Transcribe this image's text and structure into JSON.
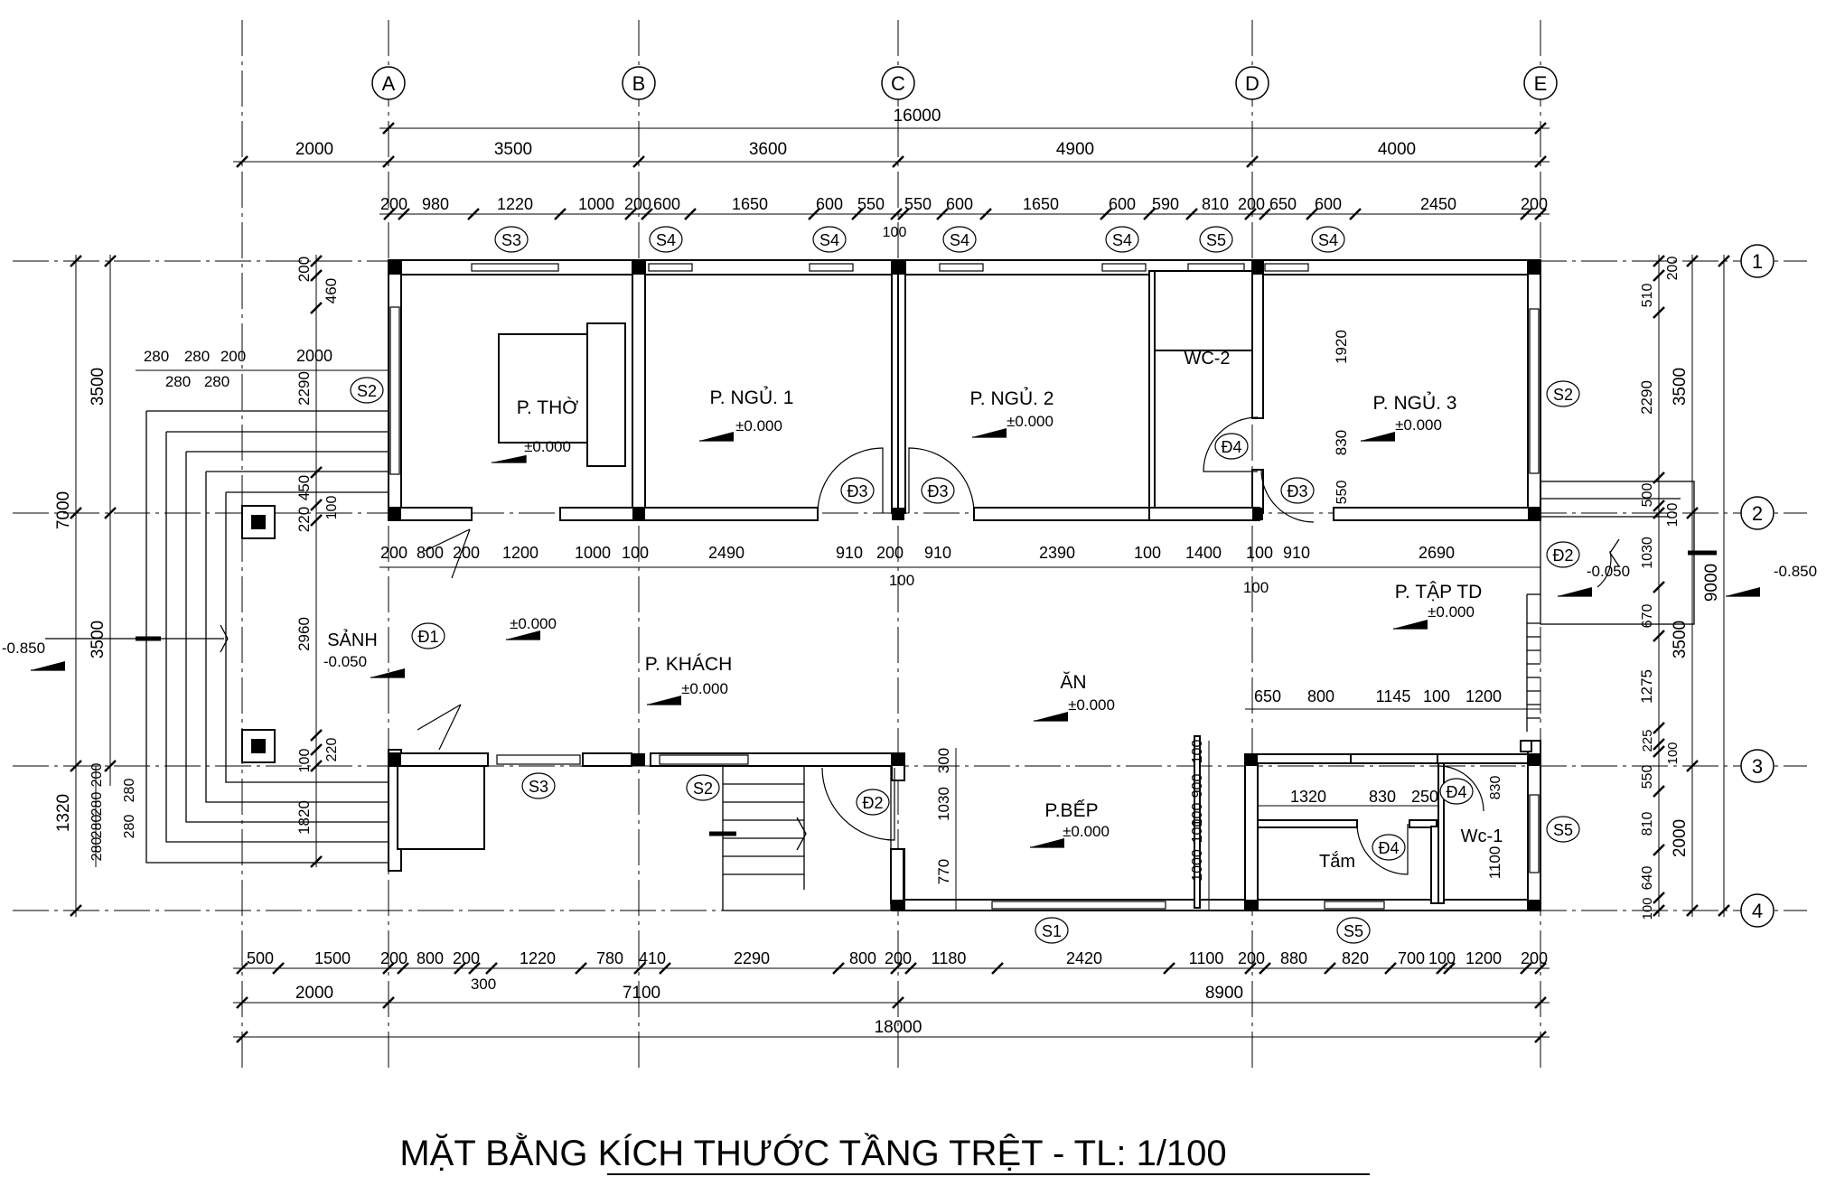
{
  "drawing_title": "MẶT BẰNG KÍCH THƯỚC TẦNG TRỆT - TL: 1/100",
  "grid_columns": [
    "A",
    "B",
    "C",
    "D",
    "E"
  ],
  "grid_rows": [
    "1",
    "2",
    "3",
    "4"
  ],
  "top_dimensions": {
    "overall": "16000",
    "bays": [
      "2000",
      "3500",
      "3600",
      "4900",
      "4000"
    ],
    "detail": [
      "200",
      "980",
      "1220",
      "1000",
      "200",
      "600",
      "1650",
      "600",
      "550",
      "100",
      "550",
      "600",
      "1650",
      "600",
      "590",
      "810",
      "200",
      "650",
      "600",
      "2450",
      "200"
    ]
  },
  "bottom_dimensions": {
    "overall": "18000",
    "bays": [
      "2000",
      "7100",
      "8900"
    ],
    "detail": [
      "500",
      "1500",
      "200",
      "800",
      "200",
      "300",
      "1220",
      "780",
      "410",
      "2290",
      "800",
      "200",
      "1180",
      "2420",
      "1100",
      "200",
      "880",
      "820",
      "700",
      "100",
      "1200",
      "200"
    ]
  },
  "left_dimensions": {
    "overall": "7000",
    "bays": [
      "3500",
      "3500",
      "1320"
    ],
    "detail": [
      "200",
      "460",
      "2290",
      "450",
      "220",
      "100",
      "2960",
      "100",
      "220",
      "1820",
      "200",
      "280",
      "280",
      "280",
      "280",
      "280"
    ],
    "steps": [
      "280",
      "280",
      "280",
      "280",
      "280",
      "200",
      "2000"
    ]
  },
  "right_dimensions": {
    "overall": "9000",
    "bays": [
      "3500",
      "3500",
      "2000"
    ],
    "detail": [
      "200",
      "510",
      "2290",
      "500",
      "100",
      "1030",
      "670",
      "1275",
      "225",
      "100",
      "550",
      "810",
      "640",
      "100"
    ]
  },
  "interior_dimensions": [
    "200",
    "800",
    "200",
    "1200",
    "1000",
    "100",
    "2490",
    "910",
    "200",
    "100",
    "910",
    "2390",
    "100",
    "1400",
    "100",
    "100",
    "910",
    "2690",
    "1920",
    "830",
    "550",
    "650",
    "800",
    "1145",
    "100",
    "1200",
    "1320",
    "830",
    "250",
    "830",
    "1100",
    "300",
    "1030",
    "770",
    "100",
    "900",
    "100",
    "100",
    "1000"
  ],
  "rooms": [
    {
      "name": "P. THỜ",
      "level": "±0.000"
    },
    {
      "name": "P. NGỦ. 1",
      "level": "±0.000"
    },
    {
      "name": "P. NGỦ. 2",
      "level": "±0.000"
    },
    {
      "name": "WC-2",
      "level": ""
    },
    {
      "name": "P. NGỦ. 3",
      "level": "±0.000"
    },
    {
      "name": "SẢNH",
      "level": "-0.050"
    },
    {
      "name": "P. KHÁCH",
      "level": "±0.000"
    },
    {
      "name": "ĂN",
      "level": "±0.000"
    },
    {
      "name": "P. TẬP TD",
      "level": "±0.000"
    },
    {
      "name": "P.BẾP",
      "level": "±0.000"
    },
    {
      "name": "Tắm",
      "level": ""
    },
    {
      "name": "Wc-1",
      "level": ""
    }
  ],
  "levels": {
    "porch": "±0.000",
    "outside_left": "-0.850",
    "outside_right": "-0.850",
    "step_right": "-0.050"
  },
  "window_tags": [
    "S1",
    "S2",
    "S3",
    "S4",
    "S5"
  ],
  "door_tags": [
    "Đ1",
    "Đ2",
    "Đ3",
    "Đ4"
  ]
}
